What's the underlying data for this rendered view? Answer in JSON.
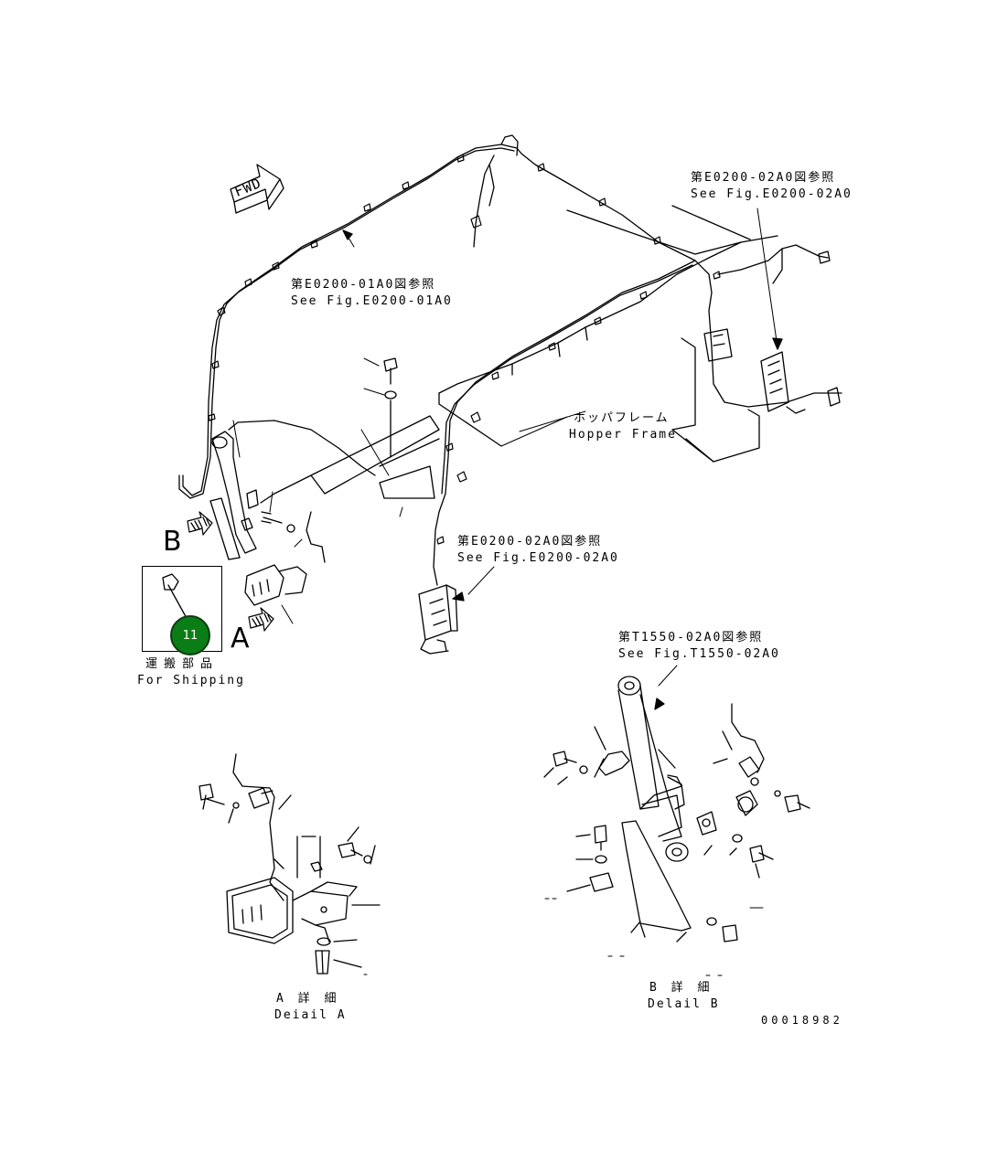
{
  "fwd_label": "FWD",
  "callouts": {
    "fig_01a0_jp": "第E0200-01A0図参照",
    "fig_01a0_en": "See Fig.E0200-01A0",
    "fig_02a0_top_jp": "第E0200-02A0図参照",
    "fig_02a0_top_en": "See Fig.E0200-02A0",
    "fig_02a0_mid_jp": "第E0200-02A0図参照",
    "fig_02a0_mid_en": "See Fig.E0200-02A0",
    "fig_t1550_jp": "第T1550-02A0図参照",
    "fig_t1550_en": "See Fig.T1550-02A0",
    "hopper_jp": "ホッパフレーム",
    "hopper_en": "Hopper Frame",
    "shipping_jp": "運搬部品",
    "shipping_en": "For Shipping",
    "detail_a_jp": "A 詳 細",
    "detail_a_en": "Deiail A",
    "detail_b_jp": "B 詳 細",
    "detail_b_en": "Delail B",
    "letter_a": "A",
    "letter_b": "B"
  },
  "part_badge": {
    "number": "11",
    "color": "#0a7d16"
  },
  "drawing_number": "00018982"
}
